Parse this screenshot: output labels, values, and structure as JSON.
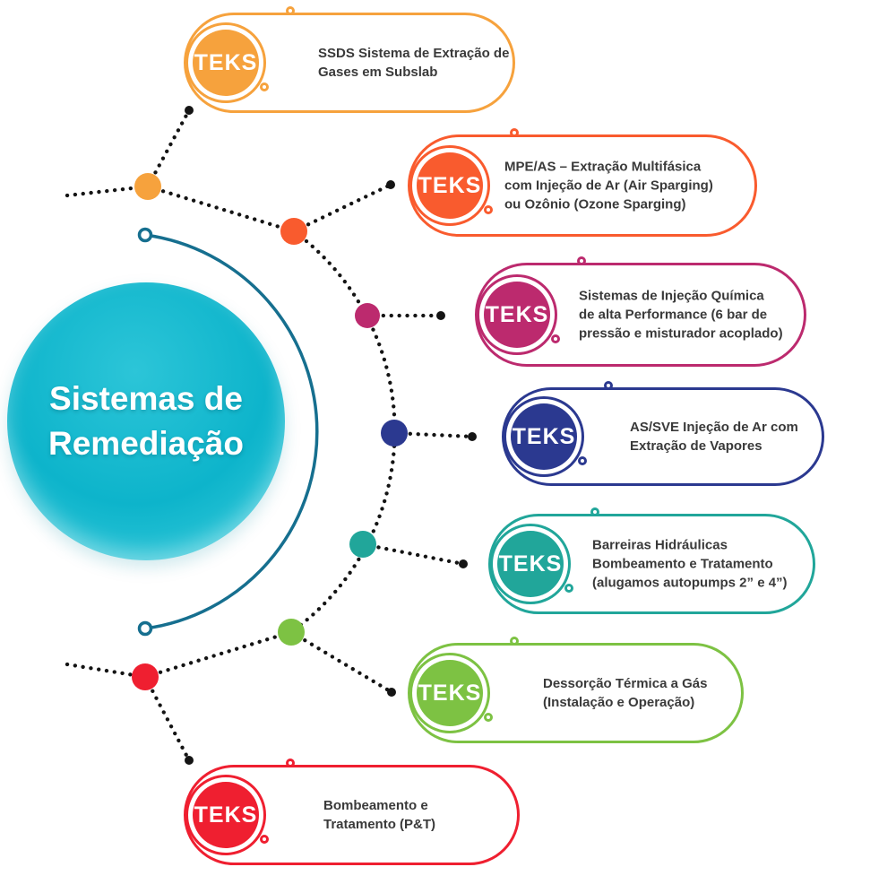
{
  "title": "Sistemas de\nRemediação",
  "badge_label": "TEKS",
  "colors": {
    "arc": "#166F8F",
    "hub": "#0EB7CD",
    "connector": "#141414",
    "label_text": "#3A3A3A"
  },
  "items": [
    {
      "id": "ssds",
      "color": "#F6A23D",
      "label": "SSDS Sistema de Extração de\nGases em Subslab"
    },
    {
      "id": "mpe-as",
      "color": "#F95B2E",
      "label": "MPE/AS – Extração Multifásica\ncom Injeção de Ar (Air Sparging)\nou Ozônio (Ozone Sparging)"
    },
    {
      "id": "injecao-quimica",
      "color": "#BC2A6E",
      "label": "Sistemas de Injeção Química\nde alta Performance (6 bar de\npressão e misturador acoplado)"
    },
    {
      "id": "as-sve",
      "color": "#2B3990",
      "label": "AS/SVE Injeção de Ar com\nExtração de Vapores"
    },
    {
      "id": "barreiras-hidraulicas",
      "color": "#21A69A",
      "label": "Barreiras Hidráulicas\nBombeamento e Tratamento\n(alugamos autopumps 2” e 4”)"
    },
    {
      "id": "dessorcao-termica",
      "color": "#7DC243",
      "label": "Dessorção Térmica a Gás\n(Instalação e Operação)"
    },
    {
      "id": "bombeamento-tratamento",
      "color": "#EF1F30",
      "label": "Bombeamento e\nTratamento (P&T)"
    }
  ]
}
